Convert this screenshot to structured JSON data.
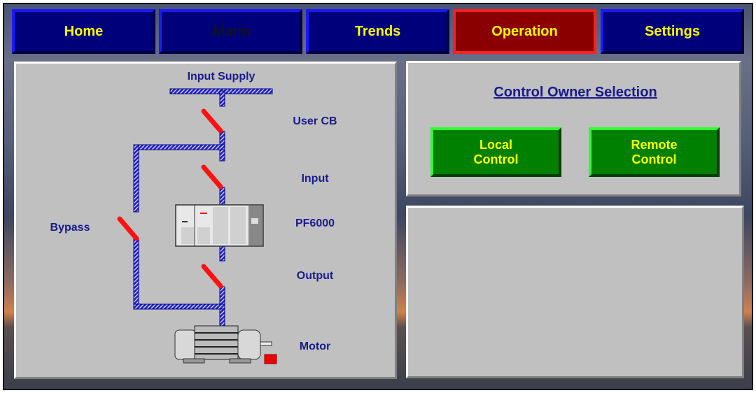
{
  "nav": [
    {
      "label": "Home"
    },
    {
      "label": "Alarm"
    },
    {
      "label": "Trends"
    },
    {
      "label": "Operation",
      "active": true
    },
    {
      "label": "Settings"
    }
  ],
  "diagram": {
    "input_supply": "Input Supply",
    "user_cb": "User CB",
    "input": "Input",
    "drive": "PF6000",
    "output": "Output",
    "motor": "Motor",
    "bypass": "Bypass"
  },
  "control": {
    "title": "Control Owner Selection",
    "local": "Local\nControl",
    "remote": "Remote\nControl"
  },
  "colors": {
    "bus": "#2020c0",
    "switch": "#ff1010",
    "nav": "#00007a",
    "active": "#8a0000",
    "button": "#008000"
  }
}
